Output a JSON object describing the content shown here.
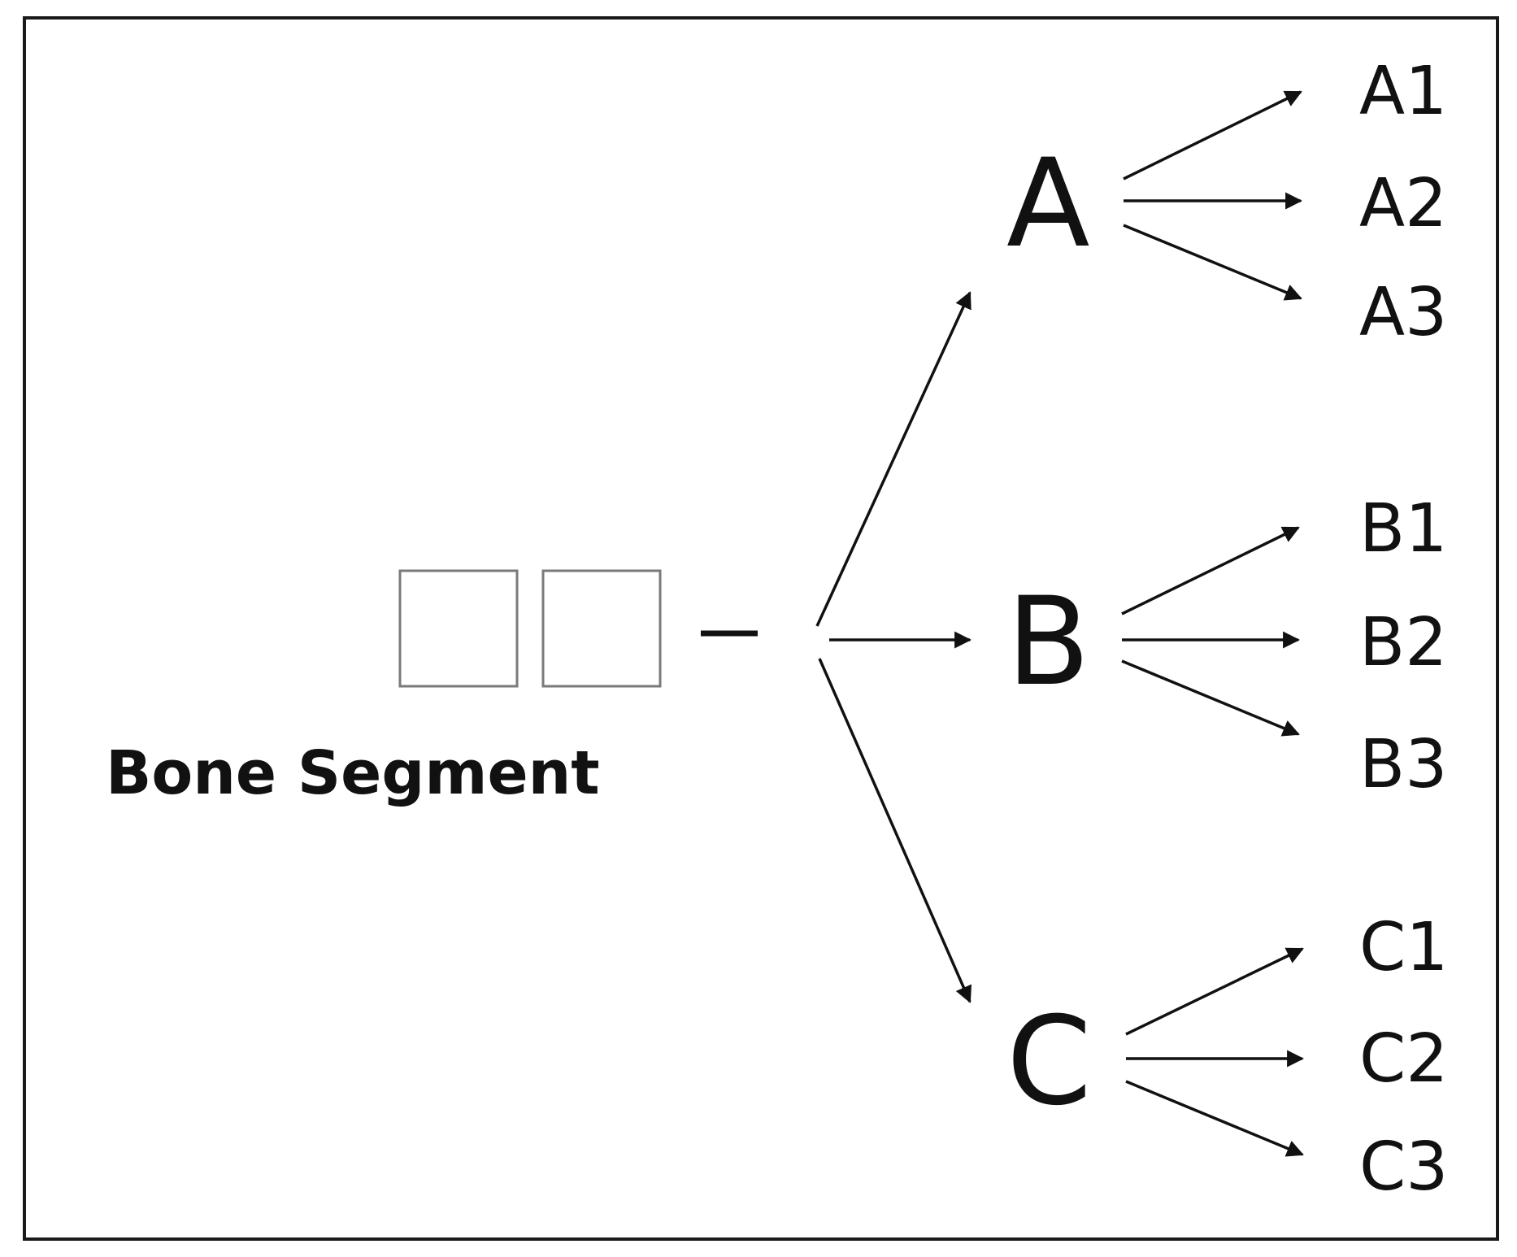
{
  "diagram": {
    "caption": "Bone Segment",
    "groups": [
      {
        "label": "A",
        "subtypes": [
          "A1",
          "A2",
          "A3"
        ]
      },
      {
        "label": "B",
        "subtypes": [
          "B1",
          "B2",
          "B3"
        ]
      },
      {
        "label": "C",
        "subtypes": [
          "C1",
          "C2",
          "C3"
        ]
      }
    ],
    "colors": {
      "stroke": "#111111",
      "box_border": "#7a7a7a",
      "background": "#ffffff"
    }
  }
}
